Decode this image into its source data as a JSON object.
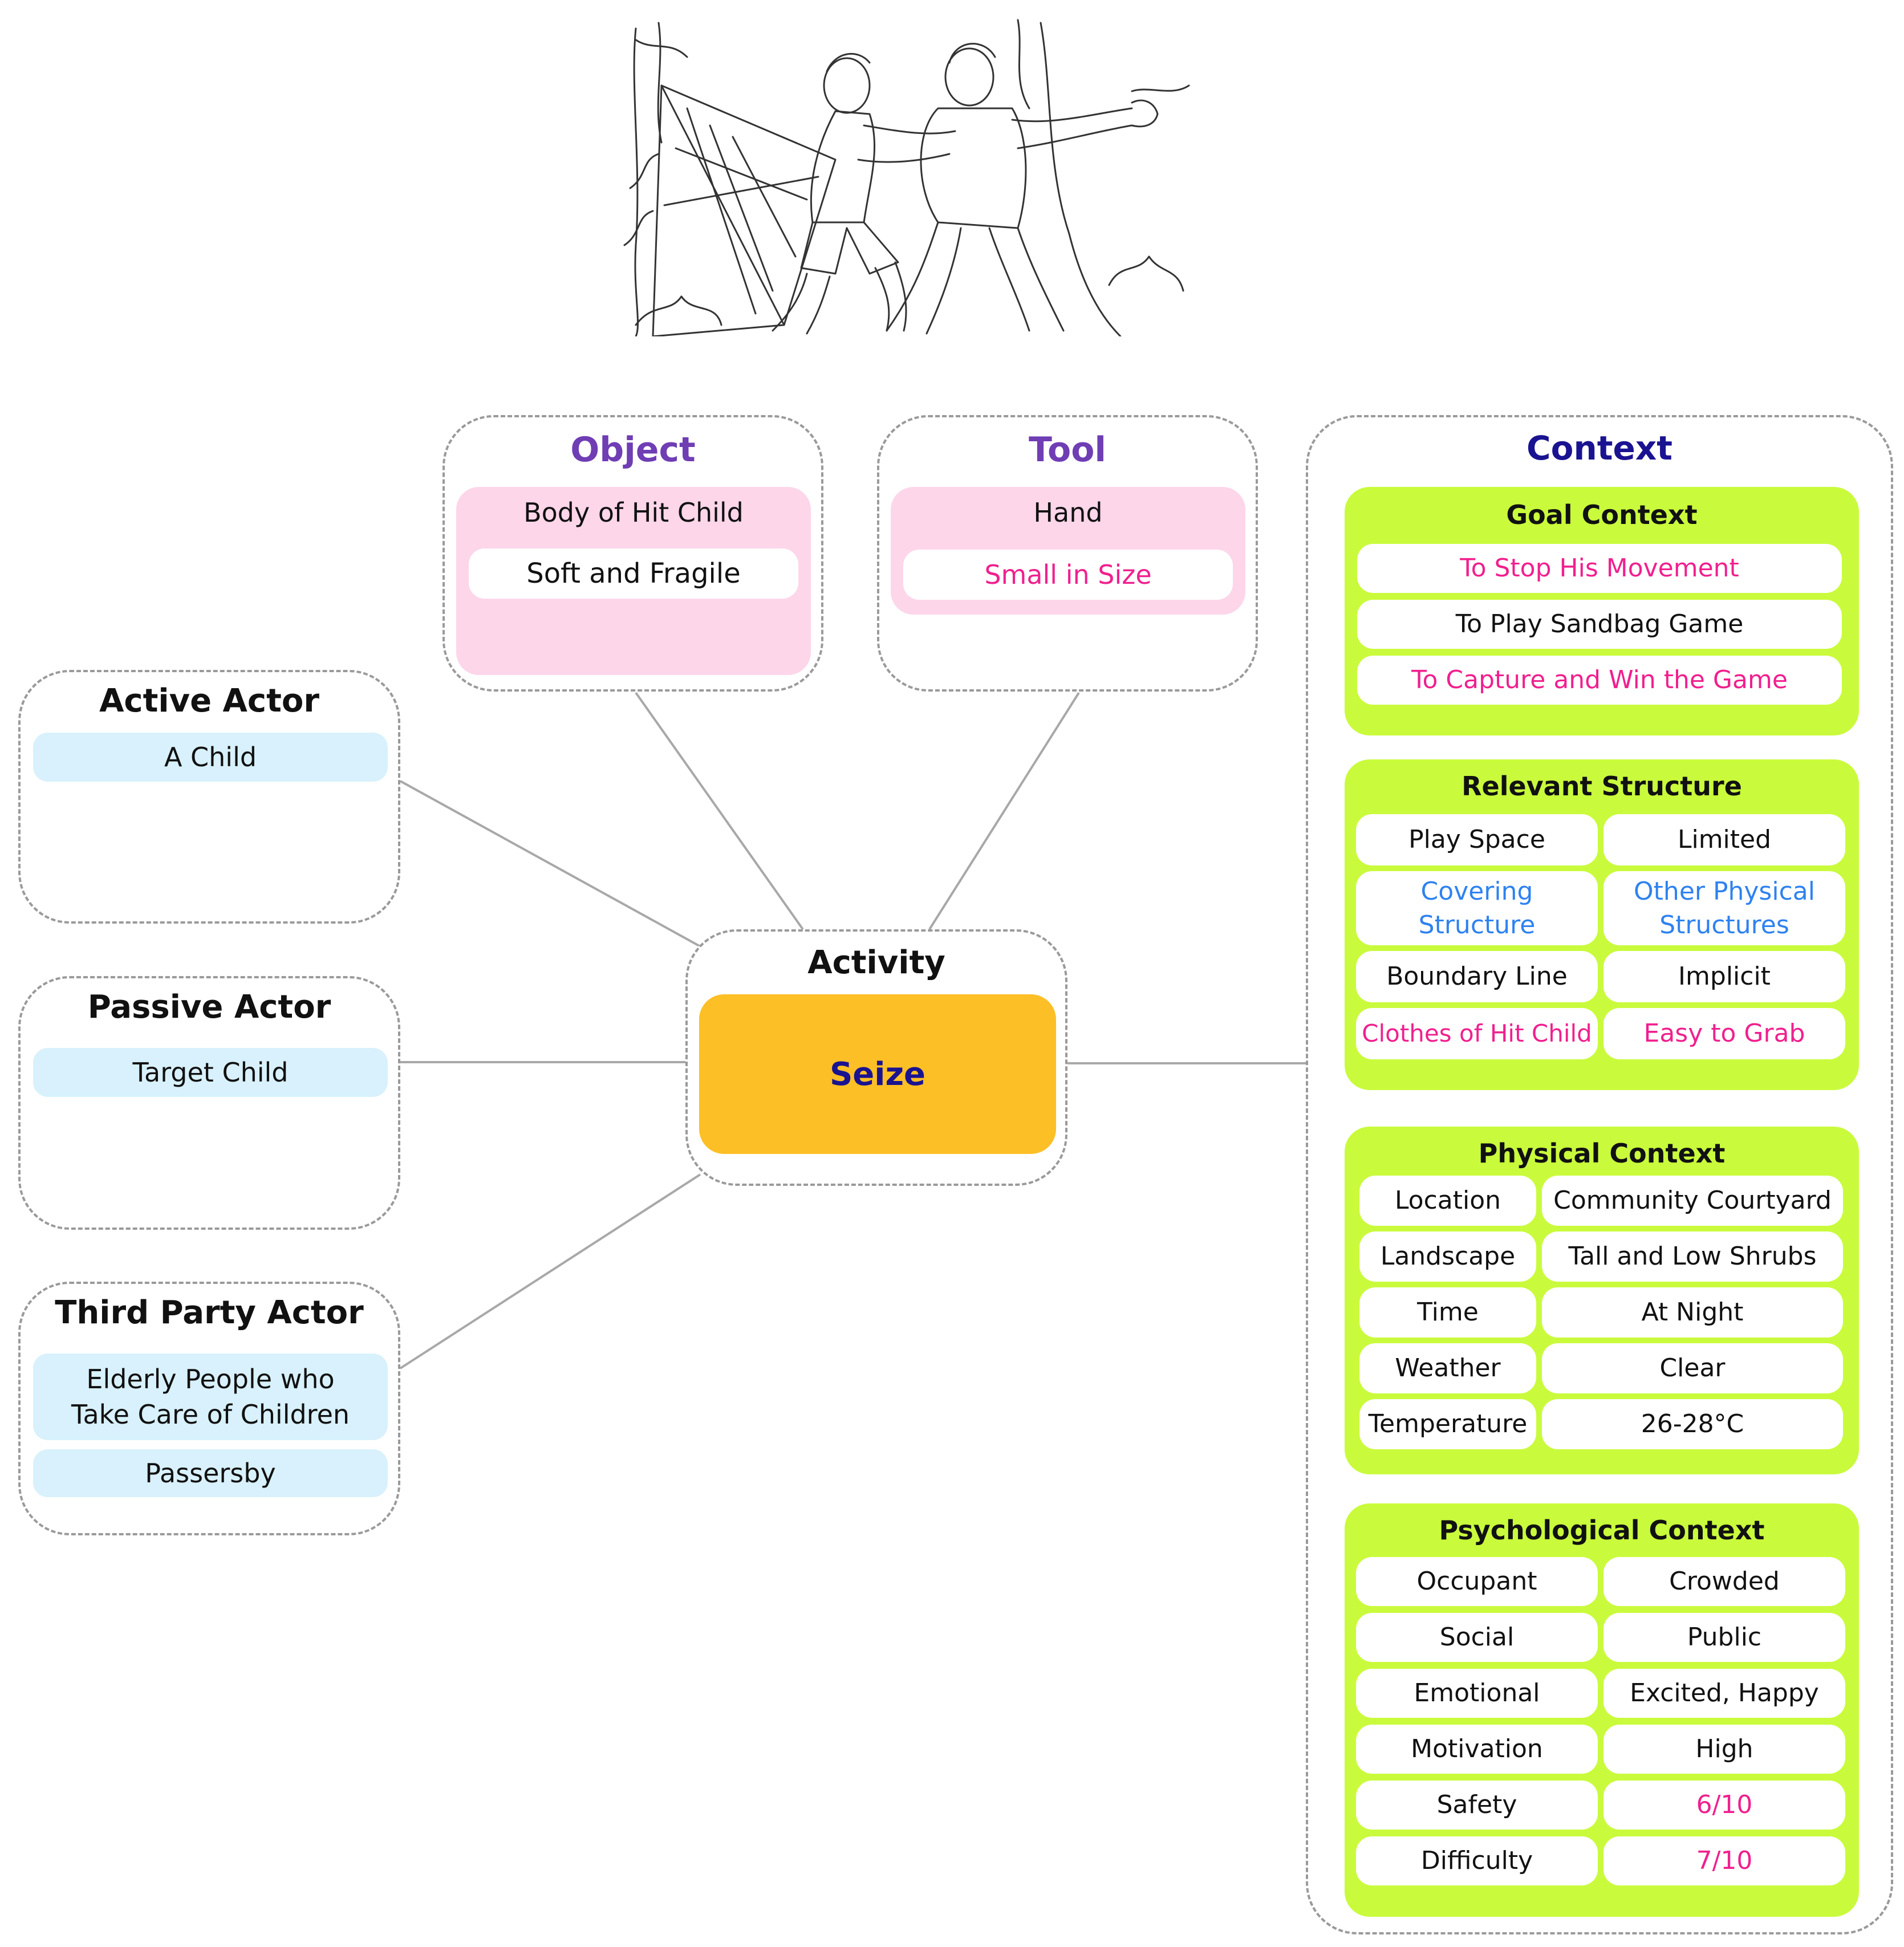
{
  "colors": {
    "purple_title": "#6f3db4",
    "navy": "#1a1391",
    "pink_text": "#f0208e",
    "blue_text": "#2e82f0",
    "pink_block": "#fdd6ea",
    "green_block": "#c9fb3c",
    "blue_cell": "#d8f1fc",
    "seize_fill": "#fdbf26",
    "connector": "#a8a8a8"
  },
  "illustration": {
    "icon": "two-children-sandbag-game-sketch-icon"
  },
  "object": {
    "title": "Object",
    "item1": "Body of Hit  Child",
    "item2": "Soft and Fragile"
  },
  "tool": {
    "title": "Tool",
    "item1": "Hand",
    "item2": "Small in Size"
  },
  "active_actor": {
    "title": "Active Actor",
    "items": [
      "A Child"
    ]
  },
  "passive_actor": {
    "title": "Passive Actor",
    "items": [
      "Target Child"
    ]
  },
  "third_party_actor": {
    "title": "Third Party Actor",
    "items": [
      "Elderly People who Take Care of Children",
      "Passersby"
    ]
  },
  "activity": {
    "title": "Activity",
    "value": "Seize"
  },
  "context": {
    "title": "Context",
    "goal": {
      "title": "Goal Context",
      "items": [
        "To Stop His Movement",
        "To Play Sandbag Game",
        "To Capture and Win the Game"
      ]
    },
    "relevant_structure": {
      "title": "Relevant Structure",
      "rows": [
        [
          "Play Space",
          "Limited"
        ],
        [
          "Covering Structure",
          "Other Physical Structures"
        ],
        [
          "Boundary Line",
          "Implicit"
        ],
        [
          "Clothes of Hit Child",
          "Easy to Grab"
        ]
      ]
    },
    "physical": {
      "title": "Physical Context",
      "rows": [
        [
          "Location",
          "Community Courtyard"
        ],
        [
          "Landscape",
          "Tall and Low Shrubs"
        ],
        [
          "Time",
          "At Night"
        ],
        [
          "Weather",
          "Clear"
        ],
        [
          "Temperature",
          "26-28°C"
        ]
      ]
    },
    "psychological": {
      "title": "Psychological Context",
      "rows": [
        [
          "Occupant",
          "Crowded"
        ],
        [
          "Social",
          "Public"
        ],
        [
          "Emotional",
          "Excited, Happy"
        ],
        [
          "Motivation",
          "High"
        ],
        [
          "Safety",
          "6/10"
        ],
        [
          "Difficulty",
          "7/10"
        ]
      ]
    }
  }
}
